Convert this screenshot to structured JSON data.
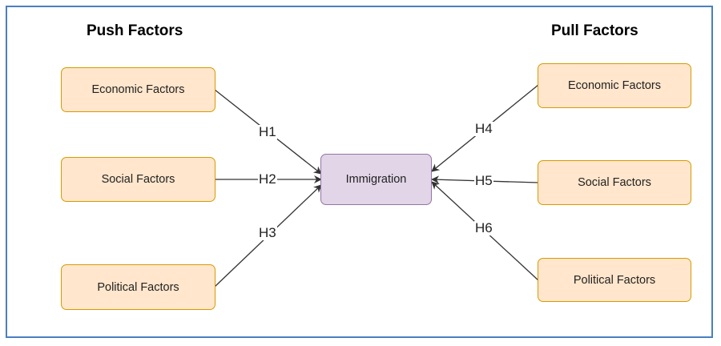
{
  "diagram": {
    "push_title": "Push Factors",
    "pull_title": "Pull Factors",
    "center": "Immigration",
    "push_boxes": [
      "Economic Factors",
      "Social Factors",
      "Political Factors"
    ],
    "pull_boxes": [
      "Economic Factors",
      "Social Factors",
      "Political Factors"
    ],
    "hypotheses": [
      "H1",
      "H2",
      "H3",
      "H4",
      "H5",
      "H6"
    ],
    "colors": {
      "frame": "#4a7fc0",
      "factor_fill": "#ffe6cc",
      "factor_stroke": "#d79b00",
      "center_fill": "#e1d5e7",
      "center_stroke": "#9673a6",
      "edge": "#333333"
    }
  }
}
